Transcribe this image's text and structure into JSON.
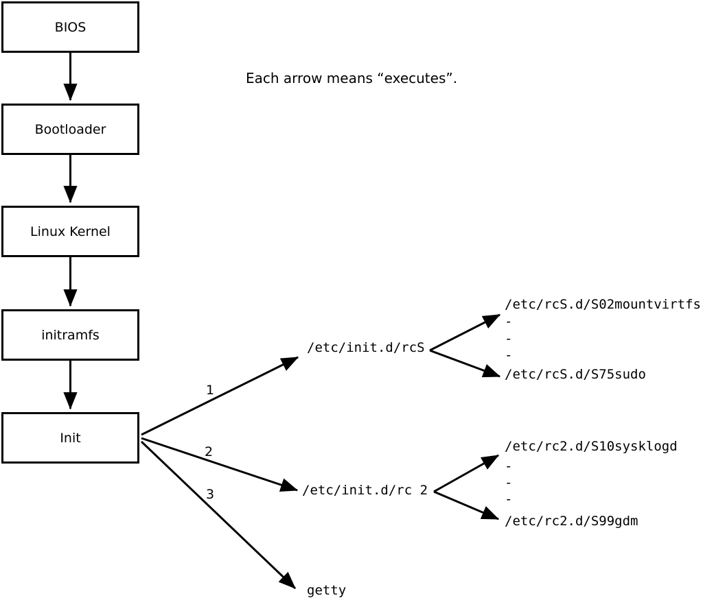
{
  "note": "Each arrow means “executes”.",
  "boxes": [
    {
      "label": "BIOS"
    },
    {
      "label": "Bootloader"
    },
    {
      "label": "Linux Kernel"
    },
    {
      "label": "initramfs"
    },
    {
      "label": "Init"
    }
  ],
  "branches": [
    {
      "number": "1",
      "target": "/etc/init.d/rcS",
      "children": [
        "/etc/rcS.d/S02mountvirtfs",
        "-",
        "-",
        "-",
        "/etc/rcS.d/S75sudo"
      ]
    },
    {
      "number": "2",
      "target": "/etc/init.d/rc 2",
      "children": [
        "/etc/rc2.d/S10sysklogd",
        "-",
        "-",
        "-",
        "/etc/rc2.d/S99gdm"
      ]
    },
    {
      "number": "3",
      "target": "getty",
      "children": []
    }
  ],
  "colors": {
    "line": "#000000",
    "background": "#ffffff",
    "box_fill": "#ffffff"
  }
}
